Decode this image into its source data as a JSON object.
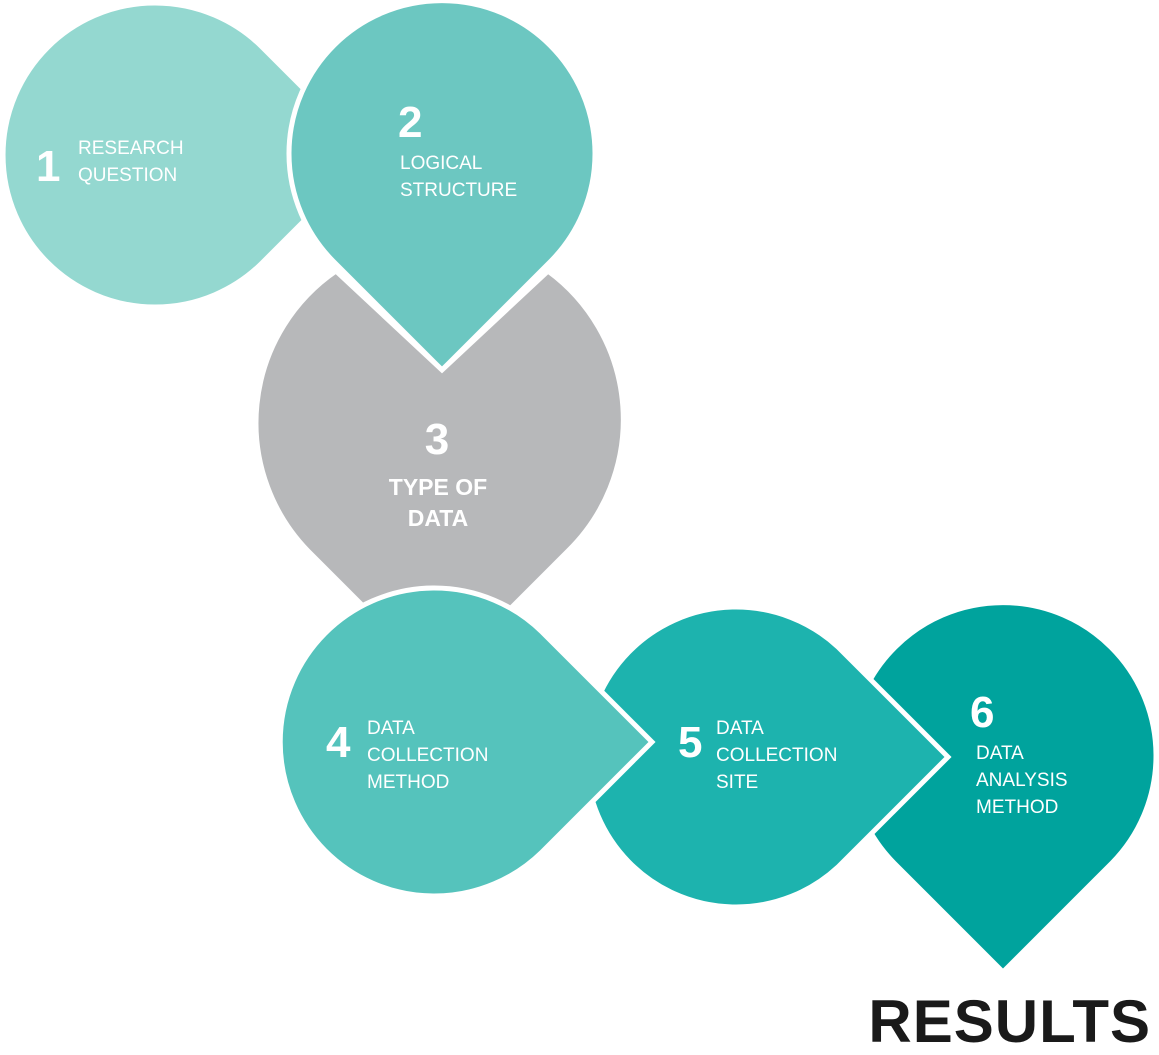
{
  "steps": [
    {
      "number": "1",
      "label_lines": [
        "RESEARCH",
        "QUESTION"
      ],
      "color": "#94d8d0"
    },
    {
      "number": "2",
      "label_lines": [
        "LOGICAL",
        "STRUCTURE"
      ],
      "color": "#6cc7c1"
    },
    {
      "number": "3",
      "label_lines": [
        "TYPE OF",
        "DATA"
      ],
      "color": "#b7b8ba"
    },
    {
      "number": "4",
      "label_lines": [
        "DATA",
        "COLLECTION",
        "METHOD"
      ],
      "color": "#55c3bc"
    },
    {
      "number": "5",
      "label_lines": [
        "DATA",
        "COLLECTION",
        "SITE"
      ],
      "color": "#1db3ae"
    },
    {
      "number": "6",
      "label_lines": [
        "DATA",
        "ANALYSIS",
        "METHOD"
      ],
      "color": "#00a39d"
    }
  ],
  "footer": {
    "results_label": "RESULTS"
  }
}
